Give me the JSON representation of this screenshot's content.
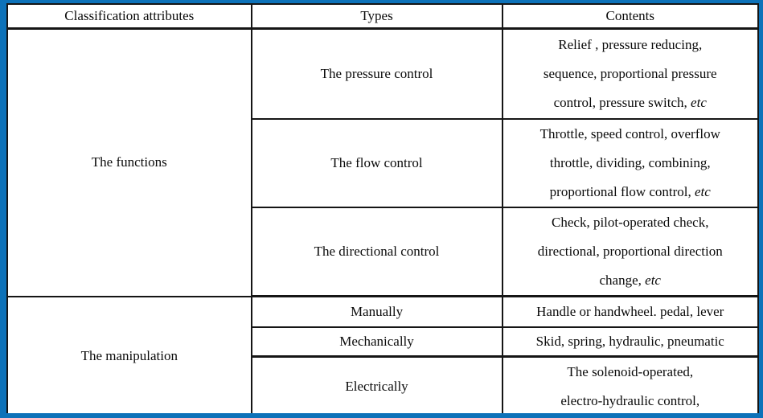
{
  "frame": {
    "border_color": "#0d72b9",
    "grid_color": "#151515"
  },
  "table": {
    "headers": {
      "classification": "Classification attributes",
      "types": "Types",
      "contents": "Contents"
    },
    "sections": [
      {
        "attribute": "The functions",
        "rows": [
          {
            "type": "The pressure control",
            "contents_lines": [
              "Relief , pressure reducing,",
              "sequence, proportional pressure",
              "control, pressure switch, "
            ],
            "etc": "etc"
          },
          {
            "type": "The flow control",
            "contents_lines": [
              "Throttle, speed control, overflow",
              "throttle, dividing, combining,",
              "proportional flow control, "
            ],
            "etc": "etc"
          },
          {
            "type": "The directional control",
            "contents_lines": [
              "Check, pilot-operated check,",
              "directional, proportional direction",
              "change, "
            ],
            "etc": "etc"
          }
        ]
      },
      {
        "attribute": "The manipulation",
        "rows": [
          {
            "type": "Manually",
            "contents_lines": [
              "Handle or handwheel. pedal, lever"
            ]
          },
          {
            "type": "Mechanically",
            "contents_lines": [
              "Skid, spring, hydraulic, pneumatic"
            ]
          },
          {
            "type": "Electrically",
            "contents_lines": [
              "The solenoid-operated,",
              "electro-hydraulic control,"
            ]
          }
        ]
      }
    ]
  },
  "chart_data": {
    "type": "table",
    "title": "",
    "columns": [
      "Classification attributes",
      "Types",
      "Contents"
    ],
    "rows": [
      [
        "The functions",
        "The pressure control",
        "Relief , pressure reducing, sequence, proportional pressure control, pressure switch, etc"
      ],
      [
        "The functions",
        "The flow control",
        "Throttle, speed control, overflow throttle, dividing, combining, proportional flow control, etc"
      ],
      [
        "The functions",
        "The directional control",
        "Check, pilot-operated check, directional, proportional direction change, etc"
      ],
      [
        "The manipulation",
        "Manually",
        "Handle or handwheel. pedal, lever"
      ],
      [
        "The manipulation",
        "Mechanically",
        "Skid, spring, hydraulic, pneumatic"
      ],
      [
        "The manipulation",
        "Electrically",
        "The solenoid-operated, electro-hydraulic control,"
      ]
    ]
  }
}
